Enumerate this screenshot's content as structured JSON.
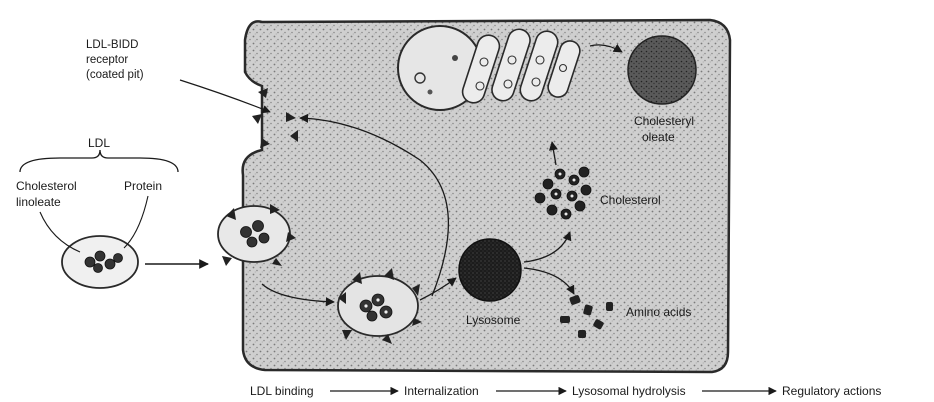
{
  "labels": {
    "receptor_line1": "LDL-BIDD",
    "receptor_line2": "receptor",
    "receptor_line3": "(coated pit)",
    "ldl": "LDL",
    "cholesterol_linoleate_line1": "Cholesterol",
    "cholesterol_linoleate_line2": "linoleate",
    "protein": "Protein",
    "lysosome": "Lysosome",
    "cholesterol": "Cholesterol",
    "cholesteryl_oleate_line1": "Cholesteryl",
    "cholesteryl_oleate_line2": "oleate",
    "amino_acids": "Amino acids"
  },
  "pathway": {
    "steps": [
      "LDL binding",
      "Internalization",
      "Lysosomal hydrolysis",
      "Regulatory actions"
    ]
  },
  "colors": {
    "cell_fill": "#d4d4d4",
    "membrane": "#2a2a2a",
    "dark_body": "#1c1c1c",
    "dotted_fill": "#6a6a6a"
  }
}
